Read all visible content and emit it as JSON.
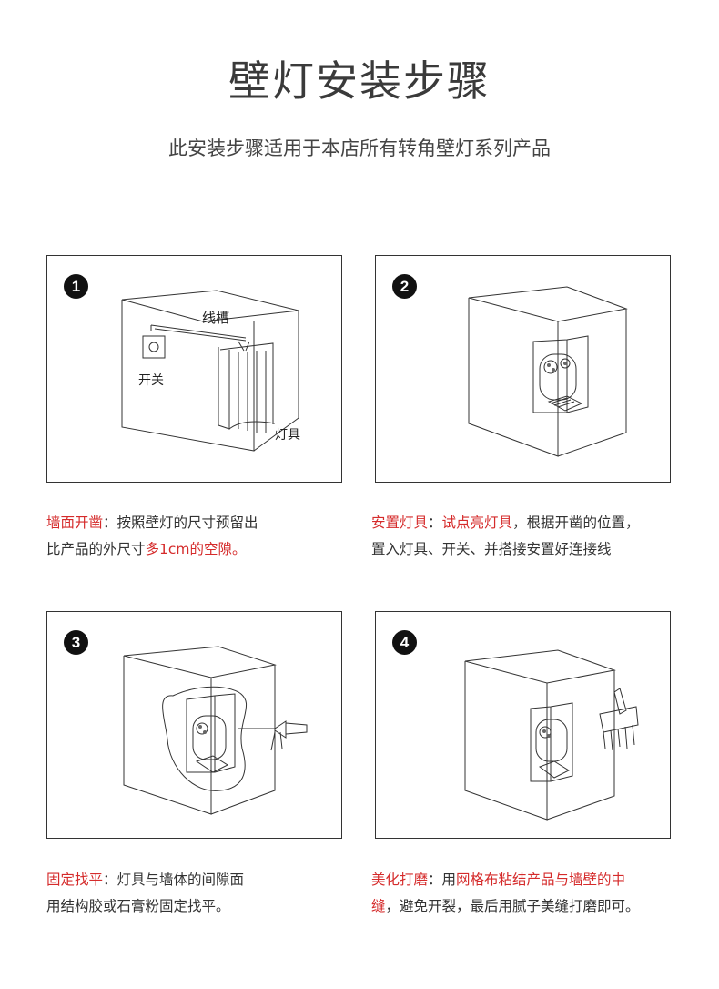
{
  "title": "壁灯安装步骤",
  "subtitle": "此安装步骤适用于本店所有转角壁灯系列产品",
  "steps": [
    {
      "number": "1",
      "labels": {
        "channel": "线槽",
        "switch": "开关",
        "lamp": "灯具"
      },
      "text": {
        "head": "墙面开凿",
        "colon": "：",
        "p1": "按照壁灯的尺寸预留出",
        "p2": "比产品的外尺寸",
        "p3": "多1cm的空隙。"
      }
    },
    {
      "number": "2",
      "text": {
        "head": "安置灯具",
        "colon": "：",
        "p1": "试点亮灯具",
        "p2": "，根据开凿的位置，",
        "p3": "置入灯具、开关、并搭接安置好连接线"
      }
    },
    {
      "number": "3",
      "text": {
        "head": "固定找平",
        "colon": "：",
        "p1": "灯具与墙体的间隙面",
        "p2": "用结构胶或石膏粉固定找平。"
      }
    },
    {
      "number": "4",
      "text": {
        "head": "美化打磨",
        "colon": "：",
        "p1": "用",
        "p2": "网格布粘结产品与墙壁的中",
        "p3": "缝",
        "p4": "，避免开裂，最后用腻子美缝打磨即可。"
      }
    }
  ],
  "colors": {
    "accent": "#d52b2b",
    "text": "#333333",
    "line": "#333333"
  }
}
